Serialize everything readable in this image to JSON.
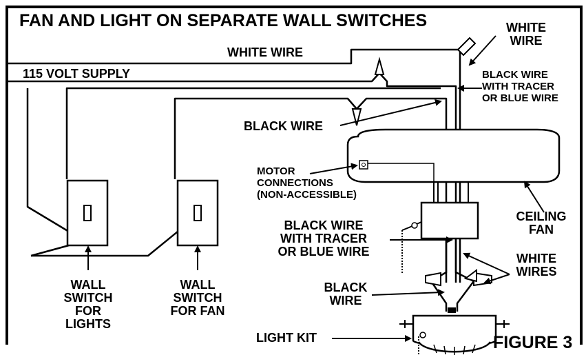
{
  "title": "FAN AND LIGHT ON SEPARATE WALL SWITCHES",
  "labels": {
    "white_wire_top": "WHITE WIRE",
    "white_wire_right_1": "WHITE",
    "white_wire_right_2": "WIRE",
    "supply": "115 VOLT SUPPLY",
    "black_tracer_top_1": "BLACK WIRE",
    "black_tracer_top_2": "WITH TRACER",
    "black_tracer_top_3": "OR BLUE WIRE",
    "black_wire_top": "BLACK WIRE",
    "motor_1": "MOTOR",
    "motor_2": "CONNECTIONS",
    "motor_3": "(NON-ACCESSIBLE)",
    "ceiling_fan_1": "CEILING",
    "ceiling_fan_2": "FAN",
    "black_tracer_mid_1": "BLACK WIRE",
    "black_tracer_mid_2": "WITH TRACER",
    "black_tracer_mid_3": "OR BLUE WIRE",
    "white_wires_1": "WHITE",
    "white_wires_2": "WIRES",
    "black_wire_bottom_1": "BLACK",
    "black_wire_bottom_2": "WIRE",
    "switch_lights_1": "WALL",
    "switch_lights_2": "SWITCH",
    "switch_lights_3": "FOR",
    "switch_lights_4": "LIGHTS",
    "switch_fan_1": "WALL",
    "switch_fan_2": "SWITCH",
    "switch_fan_3": "FOR FAN",
    "light_kit": "LIGHT KIT",
    "figure": "FIGURE 3"
  }
}
